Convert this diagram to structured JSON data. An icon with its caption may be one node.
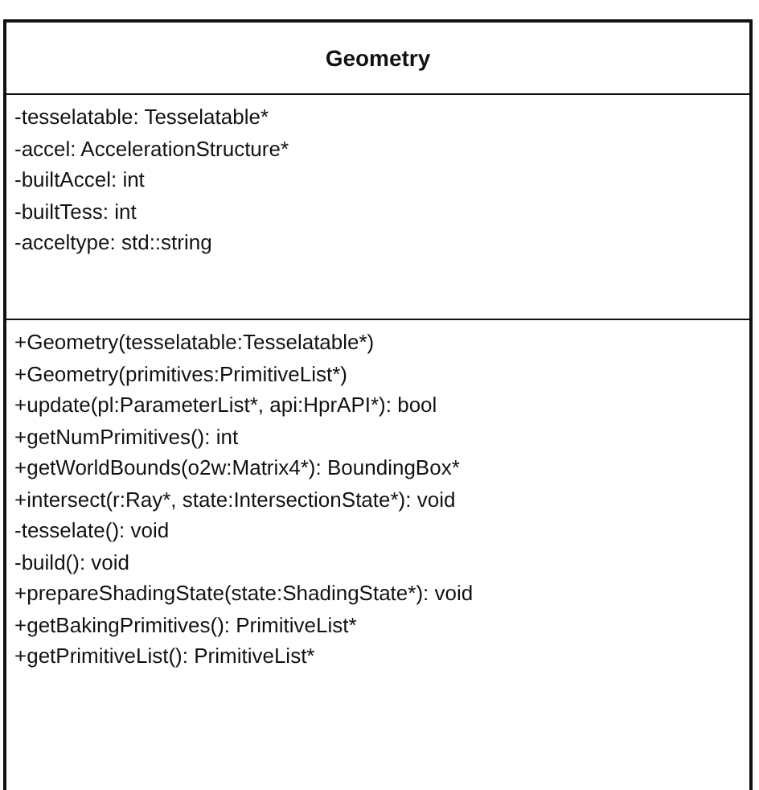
{
  "diagram": {
    "nodes": [
      {
        "text": [
          "Geometry"
        ]
      },
      {
        "text": [
          "-tesselatable: Tesselatable*",
          "-accel: AccelerationStructure*",
          "-builtAccel: int",
          "-builtTess: int",
          "-acceltype: std::string"
        ],
        "in": 0
      },
      {
        "text": [
          "+Geometry(tesselatable:Tesselatable*)",
          "+Geometry(primitives:PrimitiveList*)",
          "+update(pl:ParameterList*, api:HprAPI*): bool",
          "+getNumPrimitives(): int",
          "+getWorldBounds(o2w:Matrix4*): BoundingBox*",
          "+intersect(r:Ray*, state:IntersectionState*): void",
          "-tesselate(): void",
          "-build(): void",
          "+prepareShadingState(state:ShadingState*): void",
          "+getBakingPrimitives(): PrimitiveList*",
          "+getPrimitiveList(): PrimitiveList*"
        ],
        "in": 0
      }
    ]
  }
}
